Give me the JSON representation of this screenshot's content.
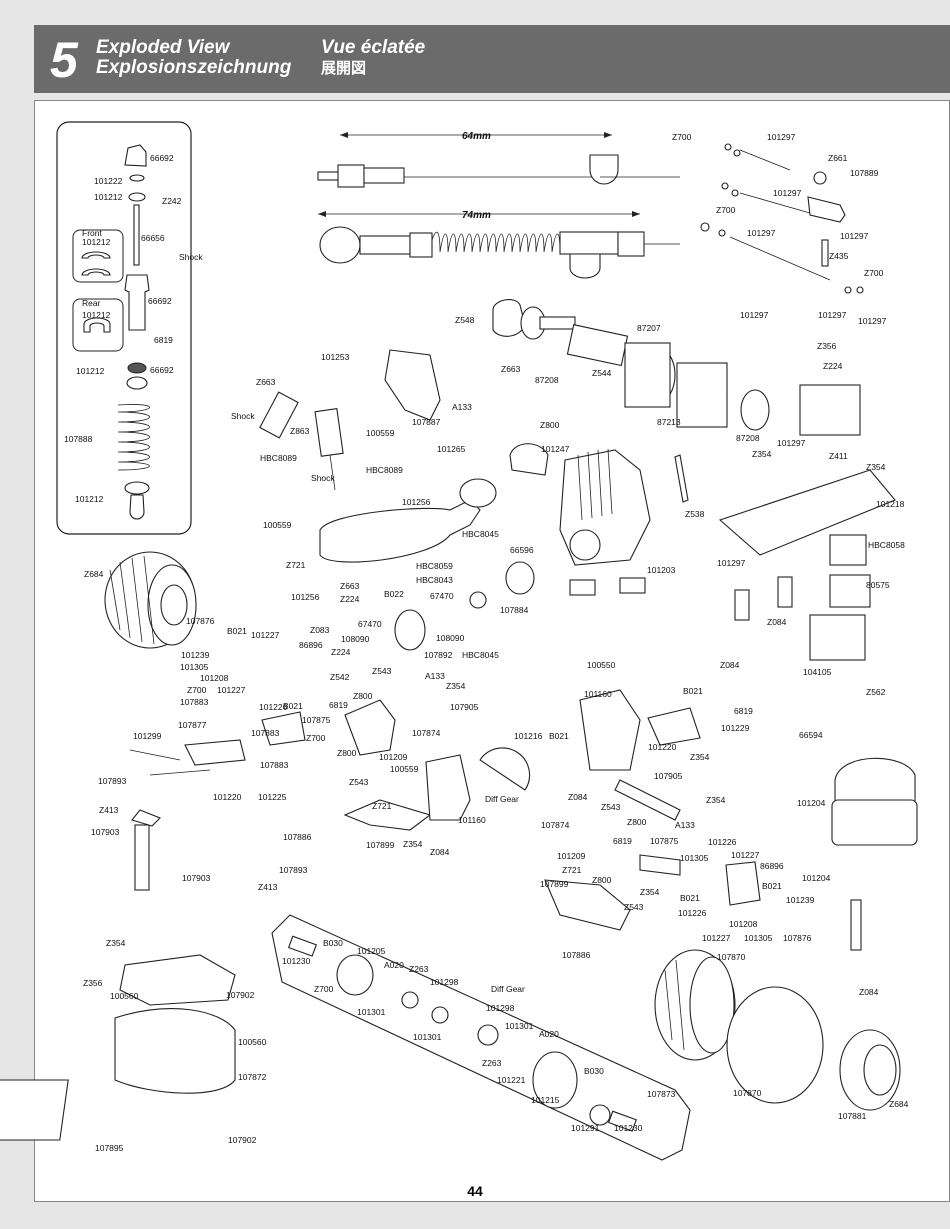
{
  "header": {
    "section_number": "5",
    "title_en": "Exploded View",
    "title_de": "Explosionszeichnung",
    "title_fr": "Vue éclatée",
    "title_jp": "展開図"
  },
  "page_number": "44",
  "dimensions": {
    "short": "64mm",
    "long": "74mm"
  },
  "labels": {
    "shock_kit": [
      "66692",
      "101222",
      "101212",
      "Z242",
      "66656",
      "Front",
      "101212",
      "Shock",
      "Rear",
      "101212",
      "66692",
      "6819",
      "101212",
      "66692",
      "107888",
      "101212"
    ],
    "linkage": [
      "Z700",
      "101297",
      "Z661",
      "107889",
      "101297",
      "Z700",
      "101297",
      "101297",
      "Z435",
      "Z700",
      "101297",
      "101297",
      "101297"
    ],
    "servo": [
      "Z356",
      "Z224",
      "101297",
      "Z411",
      "Z354",
      "Z354",
      "101218",
      "Z538",
      "HBC8058",
      "101297",
      "80575",
      "Z084",
      "Z084",
      "104105",
      "Z562"
    ],
    "engine": [
      "87207",
      "87208",
      "Z544",
      "87213",
      "87208",
      "Z800",
      "101247",
      "101265",
      "101256",
      "HBC8045",
      "HBC8059",
      "66596",
      "HBC8043",
      "67470",
      "107884",
      "101203",
      "B022",
      "67470",
      "108090",
      "107892",
      "108090",
      "HBC8045",
      "100550"
    ],
    "shocks_mount": [
      "Z548",
      "101253",
      "Z663",
      "Z663",
      "A133",
      "107887",
      "Shock",
      "100559",
      "Z863",
      "HBC8089",
      "Shock",
      "HBC8089",
      "100559",
      "Z721",
      "Z663",
      "Z224",
      "101256"
    ],
    "front_left": [
      "Z684",
      "107876",
      "B021",
      "101227",
      "101239",
      "Z083",
      "86896",
      "101305",
      "101208",
      "Z224",
      "Z542",
      "Z543",
      "A133",
      "Z354",
      "Z700",
      "101227",
      "Z800",
      "6819",
      "107905",
      "107883",
      "101226",
      "B021",
      "107875",
      "101209",
      "107874",
      "107877",
      "107883",
      "Z700",
      "Z800",
      "101299",
      "Z543",
      "100559",
      "107883",
      "107893",
      "101220",
      "101225",
      "Z413",
      "Z721",
      "107903",
      "107886",
      "107899",
      "Z354",
      "Z084",
      "101160",
      "Diff Gear"
    ],
    "front_bumper": [
      "107903",
      "107893",
      "Z413",
      "Z354",
      "Z356",
      "100560",
      "107902",
      "100560",
      "107872",
      "107895",
      "107902"
    ],
    "diff": [
      "B030",
      "101205",
      "101230",
      "A020",
      "Z263",
      "Z700",
      "Diff Gear",
      "101298",
      "101301",
      "101298",
      "101301",
      "101301",
      "A020",
      "Z263",
      "B030",
      "101221",
      "101215",
      "107873",
      "101291",
      "101230"
    ],
    "rear_right": [
      "101160",
      "B021",
      "6819",
      "101229",
      "101216",
      "B021",
      "101220",
      "Z354",
      "107905",
      "Z084",
      "Z800",
      "Z354",
      "Z543",
      "A133",
      "107874",
      "101226",
      "6819",
      "107875",
      "101227",
      "101209",
      "Z721",
      "86896",
      "101305",
      "107899",
      "Z800",
      "B021",
      "Z354",
      "B021",
      "101226",
      "Z543",
      "101239",
      "101208",
      "101227",
      "101305",
      "107876",
      "107886"
    ],
    "rear_wheel": [
      "107870",
      "107870",
      "107881",
      "Z684"
    ],
    "fuel_tank": [
      "66594",
      "101204",
      "101204",
      "Z084"
    ]
  }
}
